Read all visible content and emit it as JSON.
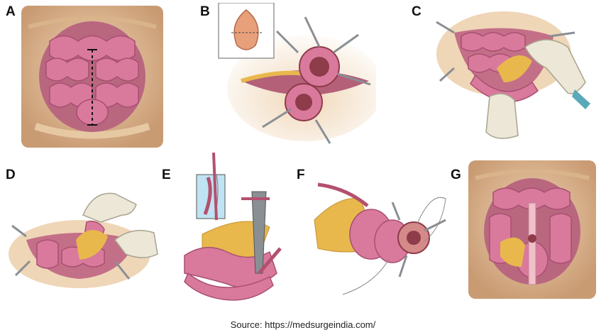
{
  "panels": [
    {
      "letter": "A"
    },
    {
      "letter": "B"
    },
    {
      "letter": "C"
    },
    {
      "letter": "D"
    },
    {
      "letter": "E"
    },
    {
      "letter": "F"
    },
    {
      "letter": "G"
    }
  ],
  "source": "Source: https://medsurgeindia.com/",
  "colors": {
    "skin": "#e9c9a6",
    "skin_dark": "#c99b73",
    "bowel": "#d97a9c",
    "bowel_dark": "#a84f72",
    "fat": "#e8b84d",
    "wound": "#8e3b4a",
    "instrument": "#8a8f94",
    "glove": "#ece7d6"
  }
}
